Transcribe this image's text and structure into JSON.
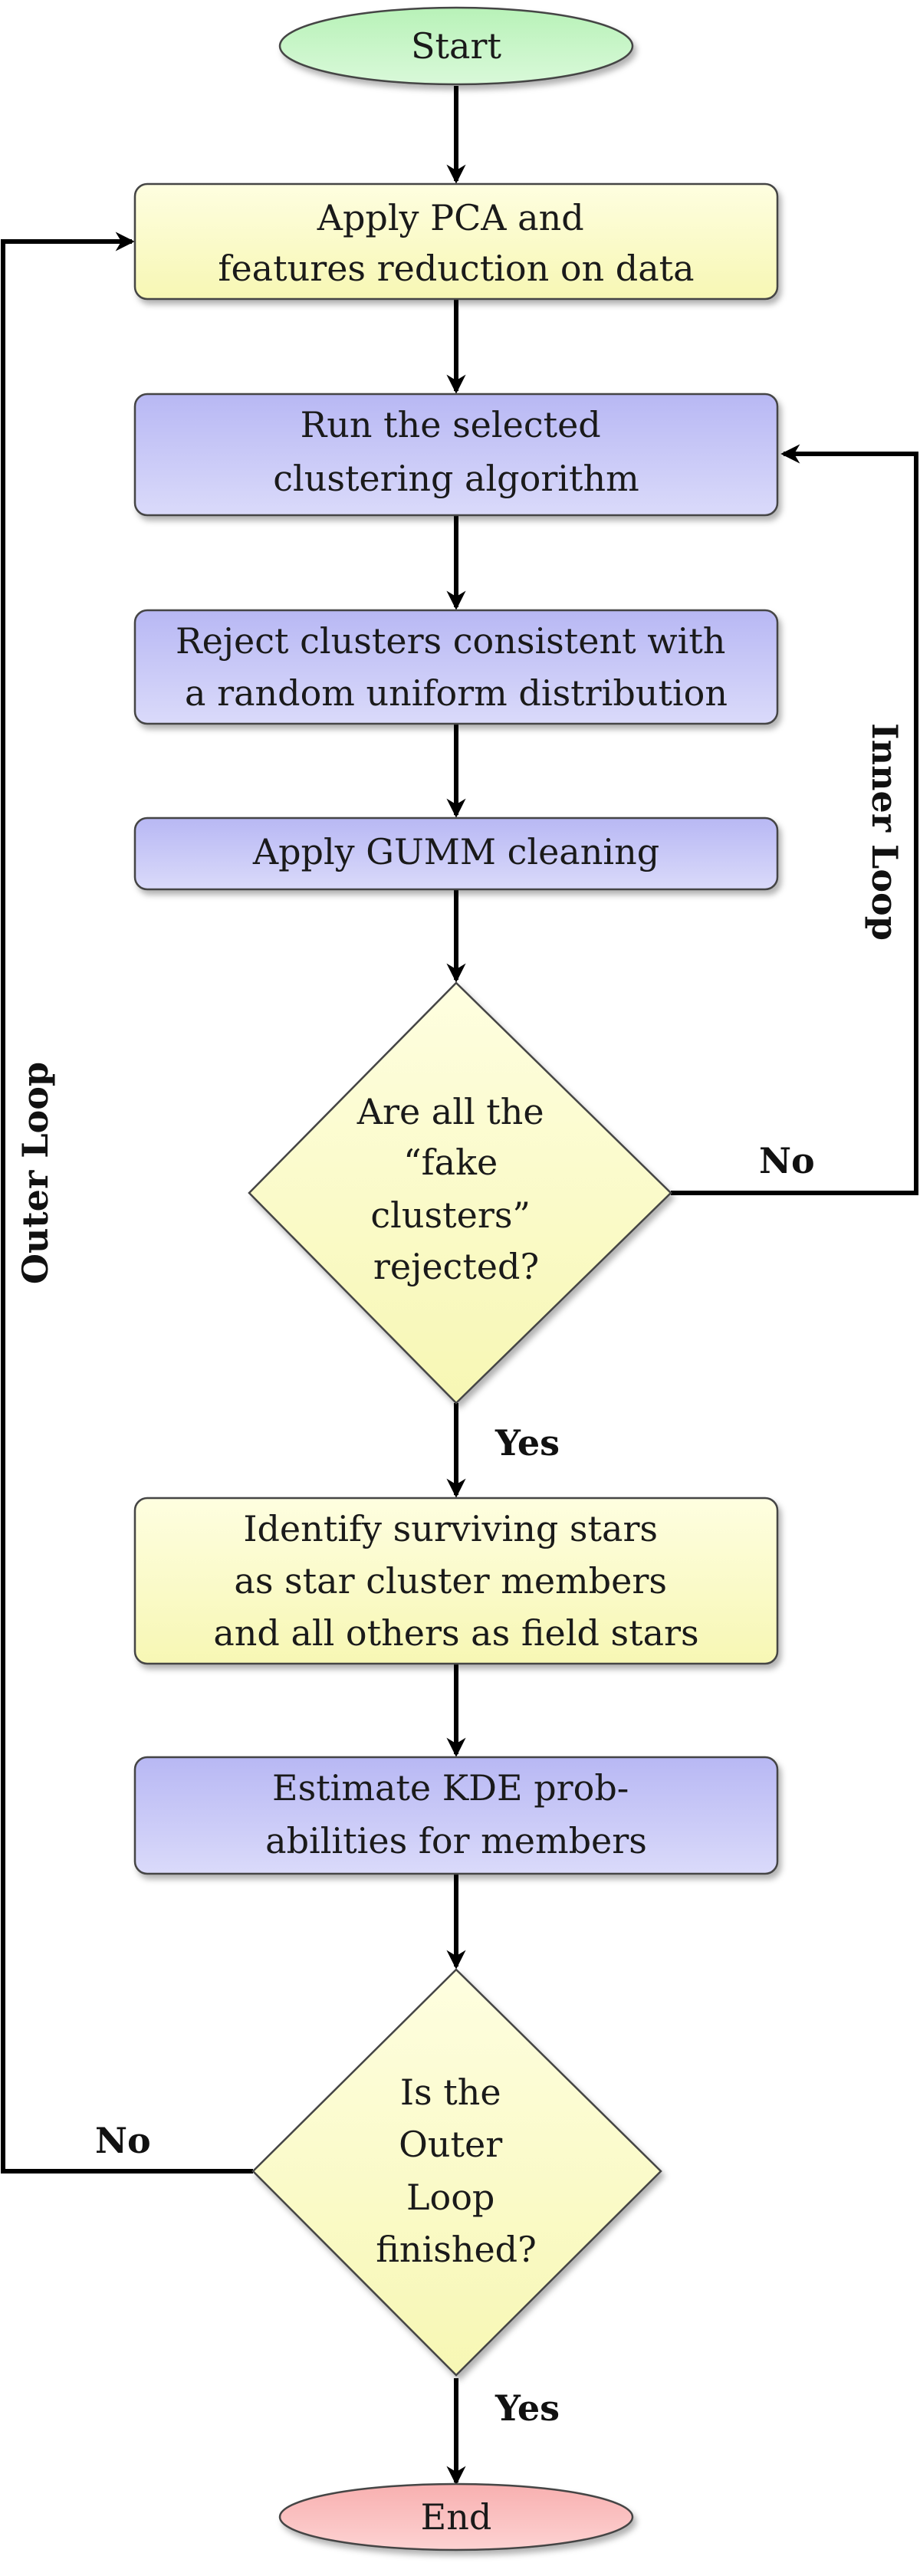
{
  "colors": {
    "start_fill": "#c8f5c8",
    "end_fill": "#fbc2c2",
    "yellow_fill": "#fbfbc8",
    "blue_fill": "#c2c2f6",
    "stroke": "#444444",
    "edge": "#000000"
  },
  "nodes": {
    "start": {
      "lines": [
        "Start"
      ]
    },
    "pca": {
      "lines": [
        "Apply PCA and",
        "features reduction on data"
      ]
    },
    "run_clustering": {
      "lines": [
        "Run the selected",
        "clustering algorithm"
      ]
    },
    "reject_clusters": {
      "lines": [
        "Reject clusters consistent with",
        "a random uniform distribution"
      ]
    },
    "gumm": {
      "lines": [
        "Apply GUMM cleaning"
      ]
    },
    "decision_fake": {
      "lines": [
        "Are all the",
        "“fake",
        "clusters”",
        "rejected?"
      ]
    },
    "identify": {
      "lines": [
        "Identify surviving stars",
        "as star cluster members",
        "and all others as field stars"
      ]
    },
    "kde": {
      "lines": [
        "Estimate KDE prob-",
        "abilities for members"
      ]
    },
    "decision_outer": {
      "lines": [
        "Is the",
        "Outer",
        "Loop",
        "finished?"
      ]
    },
    "end": {
      "lines": [
        "End"
      ]
    }
  },
  "edge_labels": {
    "fake_yes": "Yes",
    "fake_no": "No",
    "outer_yes": "Yes",
    "outer_no": "No",
    "inner_loop": "Inner Loop",
    "outer_loop": "Outer Loop"
  }
}
